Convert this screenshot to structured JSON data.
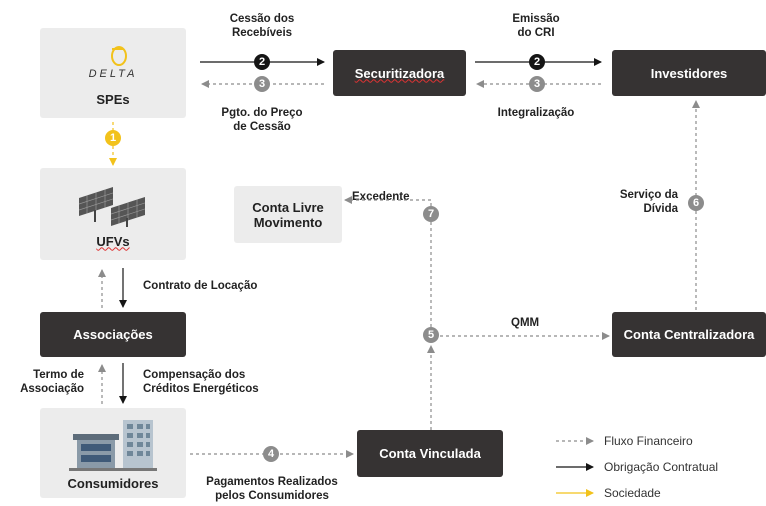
{
  "nodes": {
    "spes": {
      "logo_text": "DELTA",
      "label": "SPEs"
    },
    "ufvs": {
      "label": "UFVs"
    },
    "associacoes": {
      "label": "Associações"
    },
    "consumidores": {
      "label": "Consumidores"
    },
    "securitizadora": {
      "label": "Securitizadora"
    },
    "investidores": {
      "label": "Investidores"
    },
    "conta_livre": {
      "line1": "Conta Livre",
      "line2": "Movimento"
    },
    "conta_centralizadora": {
      "label": "Conta Centralizadora"
    },
    "conta_vinculada": {
      "label": "Conta Vinculada"
    }
  },
  "edge_labels": {
    "cessao": {
      "line1": "Cessão dos",
      "line2": "Recebíveis"
    },
    "pgto": {
      "line1": "Pgto. do Preço",
      "line2": "de Cessão"
    },
    "emissao": {
      "line1": "Emissão",
      "line2": "do CRI"
    },
    "integralizacao": "Integralização",
    "contrato_locacao": "Contrato de Locação",
    "termo": {
      "line1": "Termo de",
      "line2": "Associação"
    },
    "compensacao": {
      "line1": "Compensação dos",
      "line2": "Créditos Energéticos"
    },
    "pagamentos": {
      "line1": "Pagamentos Realizados",
      "line2": "pelos Consumidores"
    },
    "excedente": "Excedente",
    "servico": {
      "line1": "Serviço da",
      "line2": "Dívida"
    },
    "qmm": "QMM"
  },
  "step_numbers": {
    "n1": "1",
    "n2a": "2",
    "n2b": "2",
    "n3a": "3",
    "n3b": "3",
    "n4": "4",
    "n5": "5",
    "n6": "6",
    "n7": "7"
  },
  "legend": {
    "financeiro": "Fluxo Financeiro",
    "contratual": "Obrigação Contratual",
    "sociedade": "Sociedade"
  },
  "colors": {
    "dark_box": "#363333",
    "light_box": "#ececec",
    "financial_arrow": "#8c8c8c",
    "contract_arrow": "#151515",
    "society_arrow": "#f2c21b"
  }
}
